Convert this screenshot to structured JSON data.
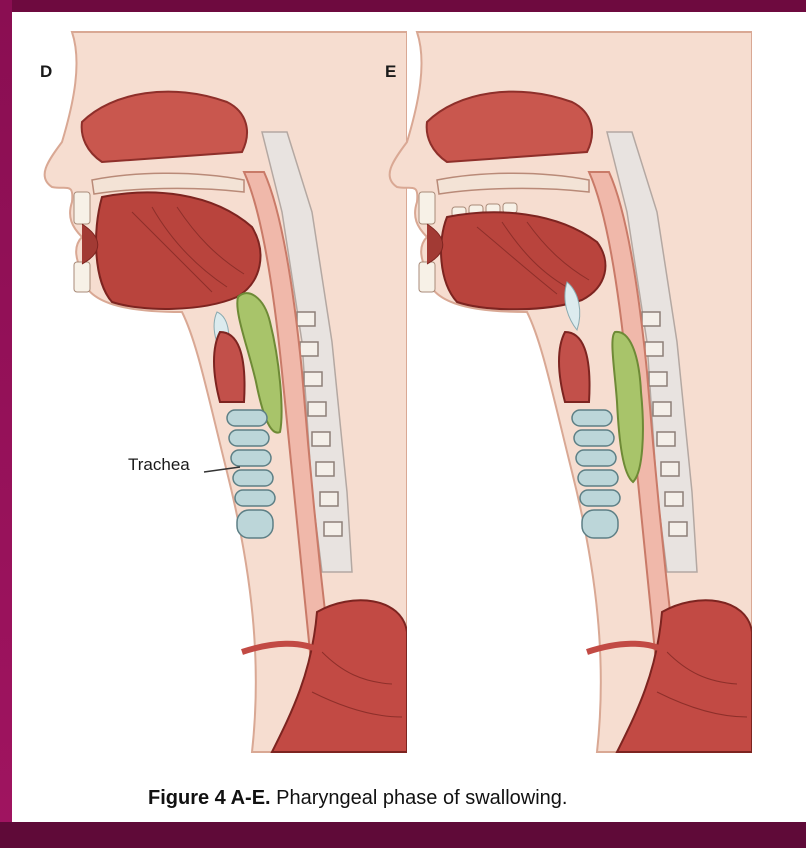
{
  "panels": [
    {
      "letter": "D",
      "bolus_position": "pharynx"
    },
    {
      "letter": "E",
      "bolus_position": "esophagus"
    }
  ],
  "callout": {
    "label": "Trachea"
  },
  "caption": {
    "figure_label": "Figure 4 A-E.",
    "text": " Pharyngeal phase of swallowing."
  },
  "colors": {
    "frame": "#8a0e52",
    "muscle": "#c2504a",
    "bolus": "#a8c46a",
    "cartilage": "#b8d3d6",
    "skin": "#f5dccf"
  }
}
